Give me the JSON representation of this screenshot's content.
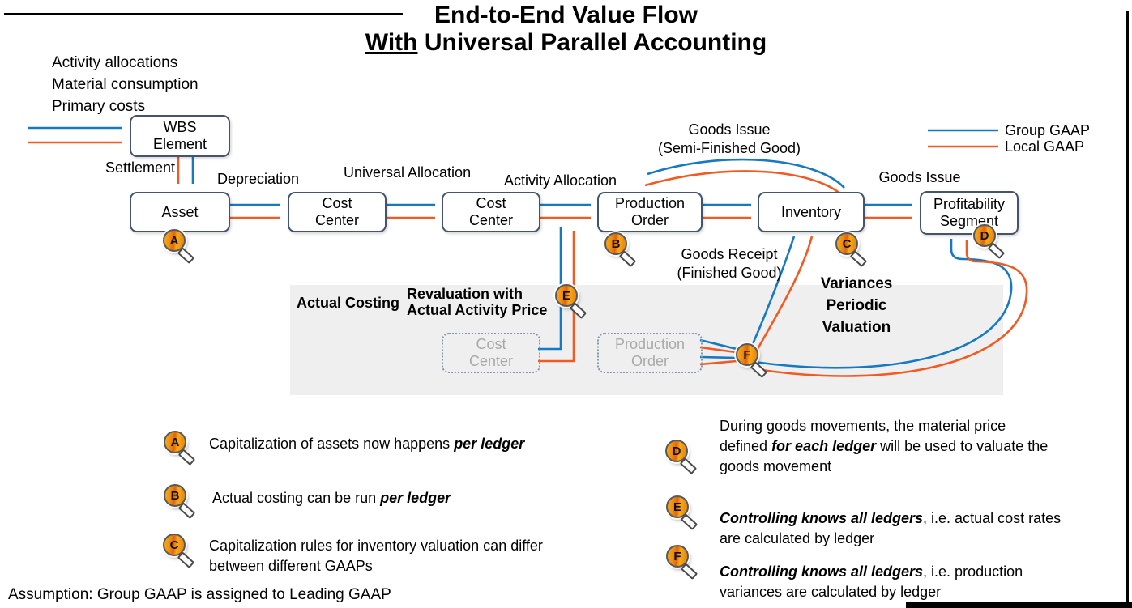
{
  "title": {
    "line1": "End-to-End Value Flow",
    "line2_underline": "With",
    "line2_rest": " Universal Parallel Accounting"
  },
  "colors": {
    "group_gaap": "#1779C1",
    "local_gaap": "#F15A22",
    "panel_bg": "#EFEFEF",
    "box_border": "#44546A",
    "ghost_text": "#A9A9A9",
    "ghost_border": "#8496B0",
    "lens_light": "#F9AC18",
    "lens_mid": "#ED8E12",
    "lens_dark": "#E2640B",
    "frame": "#000000"
  },
  "legend": {
    "group_label": "Group GAAP",
    "local_label": "Local GAAP"
  },
  "inputs": [
    "Activity allocations",
    "Material consumption",
    "Primary costs"
  ],
  "labels": {
    "settlement": "Settlement",
    "depreciation": "Depreciation",
    "universal_allocation": "Universal Allocation",
    "activity_allocation": "Activity Allocation",
    "goods_issue_semi_1": "Goods Issue",
    "goods_issue_semi_2": "(Semi-Finished Good)",
    "goods_receipt_1": "Goods Receipt",
    "goods_receipt_2": "(Finished Good)",
    "goods_issue": "Goods Issue"
  },
  "boxes": {
    "wbs": [
      "WBS",
      "Element"
    ],
    "asset": [
      "Asset"
    ],
    "cost_center_1": [
      "Cost",
      "Center"
    ],
    "cost_center_2": [
      "Cost",
      "Center"
    ],
    "production_order": [
      "Production",
      "Order"
    ],
    "inventory": [
      "Inventory"
    ],
    "profitability": [
      "Profitability",
      "Segment"
    ]
  },
  "panel": {
    "title": "Actual Costing",
    "revaluation_1": "Revaluation with",
    "revaluation_2": "Actual Activity Price",
    "variances": [
      "Variances",
      "Periodic",
      "Valuation"
    ],
    "ghost_cost_center": [
      "Cost",
      "Center"
    ],
    "ghost_production_order": [
      "Production",
      "Order"
    ]
  },
  "markers": {
    "a": "A",
    "b": "B",
    "c": "C",
    "d": "D",
    "e": "E",
    "f": "F"
  },
  "callouts": {
    "a": {
      "pre": "Capitalization of assets now happens ",
      "em": "per ledger",
      "post": ""
    },
    "b": {
      "pre": "Actual costing can be run ",
      "em": "per ledger",
      "post": ""
    },
    "c": {
      "pre": "Capitalization rules for inventory valuation can differ between different GAAPs",
      "em": "",
      "post": ""
    },
    "d": {
      "pre": "During goods movements, the material price defined ",
      "em": "for each ledger",
      "post": " will be used to valuate the goods movement"
    },
    "e": {
      "pre": "",
      "em": "Controlling knows all ledgers",
      "post": ", i.e. actual cost rates are calculated by ledger"
    },
    "f": {
      "pre": "",
      "em": "Controlling knows all ledgers",
      "post": ", i.e. production variances are calculated by ledger"
    }
  },
  "assumption": "Assumption: Group GAAP is assigned to Leading GAAP"
}
